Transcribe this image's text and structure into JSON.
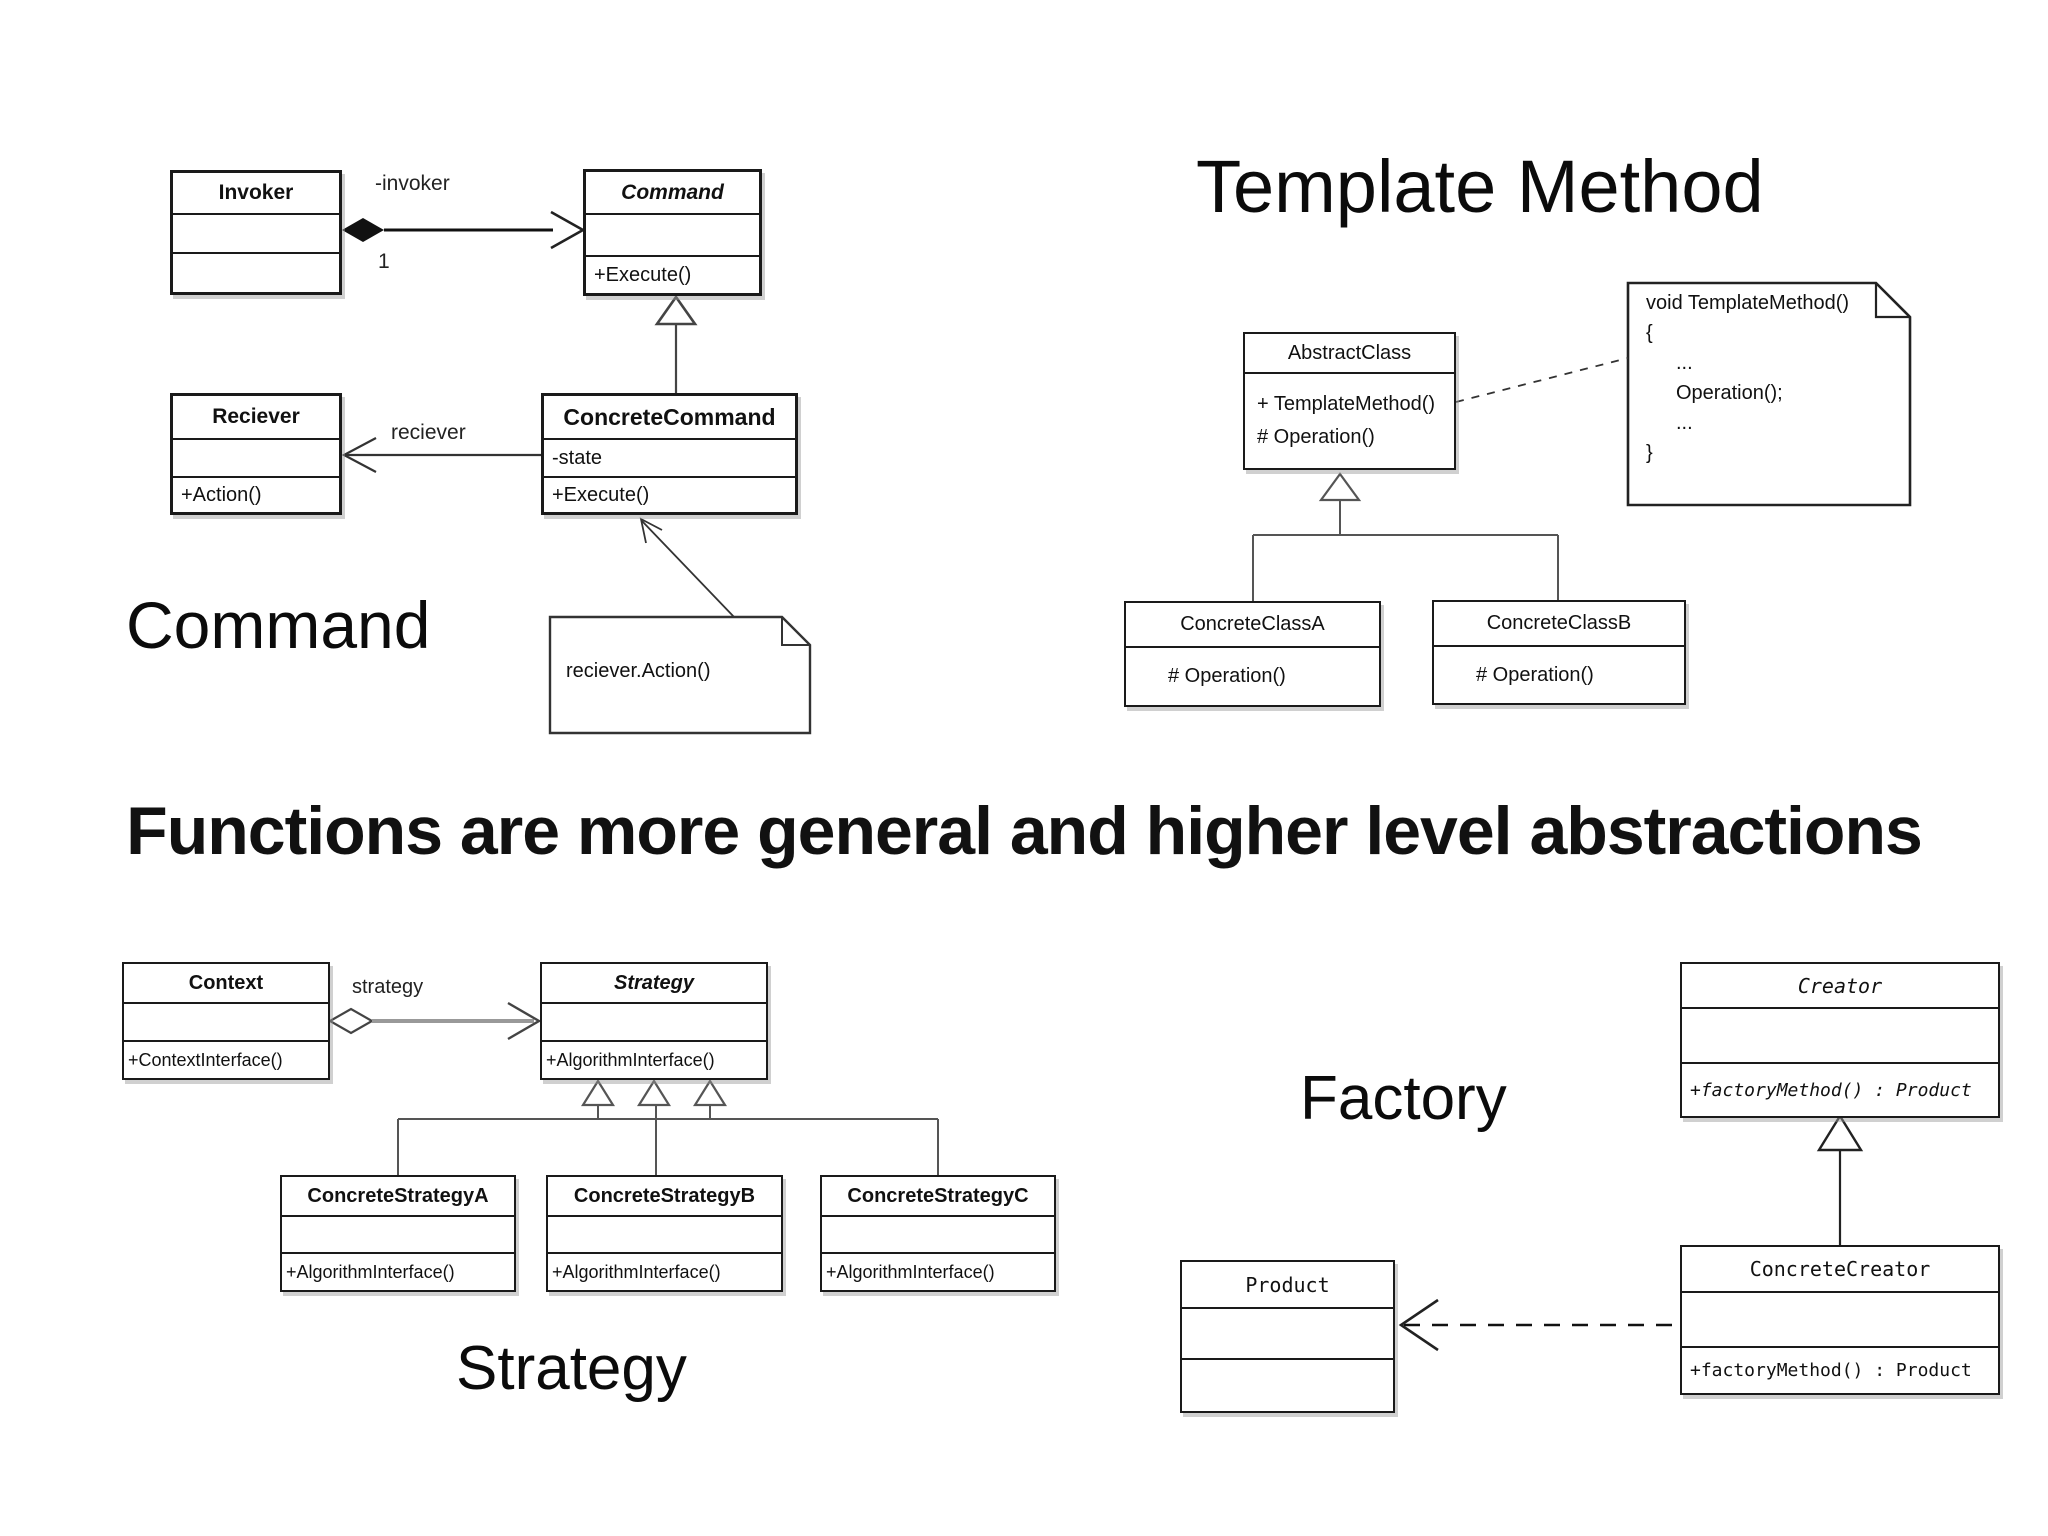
{
  "palette": {
    "ink": "#111111",
    "line_gray": "#555555",
    "bg": "#ffffff"
  },
  "labels": {
    "command_section": "Command",
    "template_section": "Template Method",
    "strategy_section": "Strategy",
    "factory_section": "Factory",
    "center_text": "Functions are more general and higher level abstractions"
  },
  "command": {
    "invoker": {
      "title": "Invoker"
    },
    "command_class": {
      "title": "Command",
      "op": "+Execute()"
    },
    "reciever": {
      "title": "Reciever",
      "op": "+Action()"
    },
    "concrete_command": {
      "title": "ConcreteCommand",
      "attr": "-state",
      "op": "+Execute()"
    },
    "invoker_label": "-invoker",
    "multiplicity": "1",
    "reciever_label": "reciever",
    "note": "reciever.Action()"
  },
  "template_method": {
    "abstract_class": {
      "title": "AbstractClass",
      "op1": "+ TemplateMethod()",
      "op2": "# Operation()"
    },
    "concrete_a": {
      "title": "ConcreteClassA",
      "op": "# Operation()"
    },
    "concrete_b": {
      "title": "ConcreteClassB",
      "op": "# Operation()"
    },
    "note_lines": [
      "void TemplateMethod()",
      "{",
      "...",
      "Operation();",
      "...",
      "}"
    ]
  },
  "strategy": {
    "context": {
      "title": "Context",
      "op": "+ContextInterface()"
    },
    "strategy_class": {
      "title": "Strategy",
      "op": "+AlgorithmInterface()"
    },
    "concrete_a": {
      "title": "ConcreteStrategyA",
      "op": "+AlgorithmInterface()"
    },
    "concrete_b": {
      "title": "ConcreteStrategyB",
      "op": "+AlgorithmInterface()"
    },
    "concrete_c": {
      "title": "ConcreteStrategyC",
      "op": "+AlgorithmInterface()"
    },
    "assoc_label": "strategy"
  },
  "factory": {
    "creator": {
      "title": "Creator",
      "op": "+factoryMethod() : Product"
    },
    "concrete_creator": {
      "title": "ConcreteCreator",
      "op": "+factoryMethod() : Product"
    },
    "product": {
      "title": "Product"
    }
  }
}
